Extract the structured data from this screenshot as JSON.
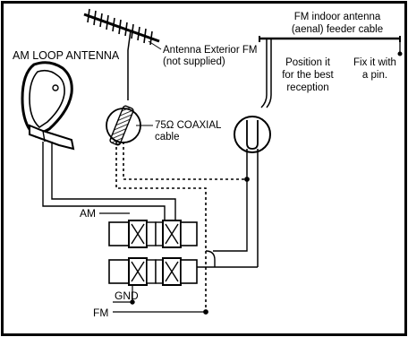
{
  "labels": {
    "am_loop_antenna": "AM LOOP ANTENNA",
    "antenna_exterior_fm_line1": "Antenna Exterior FM",
    "antenna_exterior_fm_line2": "(not supplied)",
    "fm_indoor_line1": "FM indoor antenna",
    "fm_indoor_line2": "(aenal) feeder cable",
    "position_line1": "Position it",
    "position_line2": "for the best",
    "position_line3": "reception",
    "fix_line1": "Fix it with",
    "fix_line2": "a pin.",
    "coaxial_line1": "75Ω COAXIAL",
    "coaxial_line2": "cable",
    "terminal_am": "AM",
    "terminal_gnd": "GND",
    "terminal_fm": "FM"
  }
}
